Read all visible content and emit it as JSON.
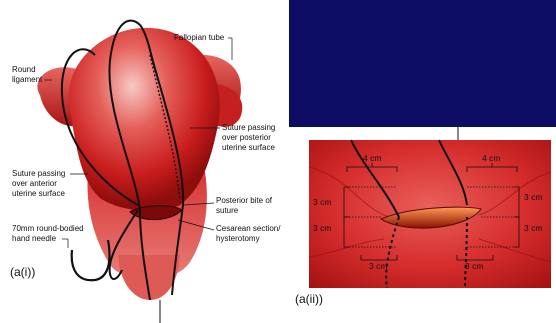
{
  "panel_a1": {
    "caption": "(a(i))",
    "labels": {
      "fallopian_tube": "Fallopian tube",
      "round_ligament_1": "Round",
      "round_ligament_2": "ligament",
      "suture_posterior_1": "Suture passing",
      "suture_posterior_2": "over posterior",
      "suture_posterior_3": "uterine surface",
      "suture_anterior_1": "Suture passing",
      "suture_anterior_2": "over anterior",
      "suture_anterior_3": "uterine surface",
      "posterior_bite_1": "Posterior bite of",
      "posterior_bite_2": "suture",
      "cesarean_1": "Cesarean section/",
      "cesarean_2": "hysterotomy",
      "needle_1": "70mm round-bodied",
      "needle_2": "hand needle"
    }
  },
  "panel_a2": {
    "caption": "(a(ii))",
    "dimensions": {
      "top_left": "4 cm",
      "top_right": "4 cm",
      "left_upper": "3 cm",
      "left_lower": "3 cm",
      "right_upper": "3 cm",
      "right_lower": "3 cm",
      "bottom_left": "3 cm",
      "bottom_right": "3 cm"
    }
  },
  "colors": {
    "background": "#0d0d66",
    "uterus": "#d42a2a",
    "uterus_highlight": "#f3a3a0",
    "suture": "#111111"
  }
}
